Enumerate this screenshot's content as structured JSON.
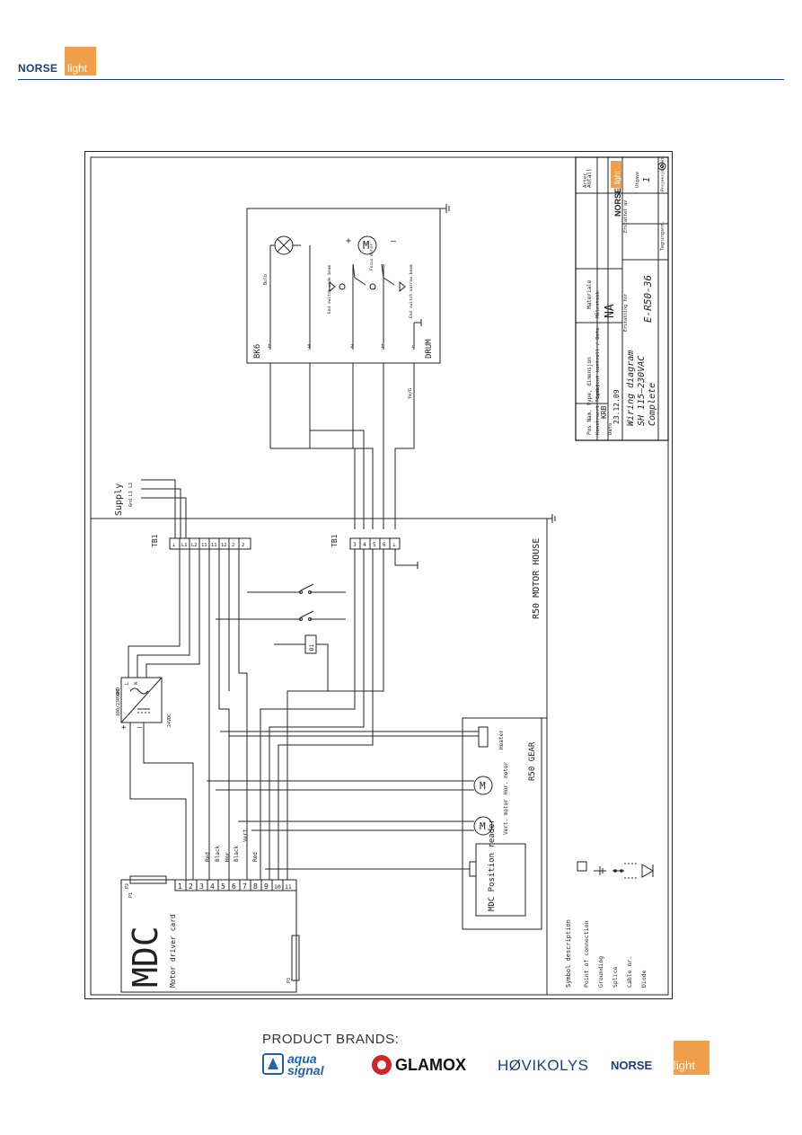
{
  "header": {
    "logo_norse": "NORSE",
    "logo_light": "light"
  },
  "diagram": {
    "labels": {
      "supply": "Supply",
      "supply_terms": "Gnd  L1  L2",
      "tb1_top": "TB1",
      "tb1_mid": "TB1",
      "motor_house": "R50 MOTOR HOUSE",
      "r50_gear": "R50 GEAR",
      "bk6": "BK6",
      "drum": "DRUM",
      "bulb": "Bulb",
      "end_switch_wide": "End switch wide beam",
      "end_switch_narrow": "End switch narrow beam",
      "focus_motor": "Focus motor",
      "mdc": "MDC",
      "motor_driver_card": "Motor driver card",
      "p1": "P1",
      "p2": "P2",
      "p3": "P3",
      "psu_in": "100/230VAC",
      "psu_out": "24VDC",
      "psu_gnd": "GND",
      "psu_l": "L",
      "psu_n": "N",
      "heater": "Heater",
      "hor_motor": "Hor. motor",
      "vert_motor": "Vert. motor",
      "position_reader": "MDC Position reader",
      "d1": "D1",
      "wire_red1": "Red",
      "wire_black1": "Black",
      "wire_hor": "Hor",
      "wire_black2": "Black",
      "wire_vert": "Vert",
      "wire_red2": "Red",
      "wire_yelg": "Ye/G",
      "m_symbol": "M",
      "plus": "+",
      "minus": "–"
    },
    "tb1_top_terms": [
      "⊥",
      "L1",
      "L2",
      "11",
      "11",
      "12",
      "2",
      "2"
    ],
    "tb1_mid_terms": [
      "3",
      "4",
      "5",
      "6",
      "⊥"
    ],
    "p1_pins": [
      "1",
      "2",
      "3",
      "4",
      "5",
      "6",
      "7",
      "8",
      "9",
      "10",
      "11"
    ],
    "drum_terms": [
      "1",
      "3",
      "2",
      "1",
      "⊥"
    ],
    "symbols": {
      "title": "Symbol description",
      "items": [
        "Point of connection",
        "Grounding",
        "Splice",
        "Cable nr.",
        "Diode"
      ]
    },
    "title_block": {
      "header_cols": "Pos  Nam. type, dimensjon",
      "materiale": "Materiale",
      "antall": "Antall",
      "konstruert": "Konstruert Tegnet",
      "konstruert_val": "KRB",
      "godkjent": "Godkjent kontroll / Dato",
      "dato": "Dato",
      "dato_val": "23.12.09",
      "malestokk": "Målestokk",
      "malestokk_val": "NA",
      "title1": "Wiring diagram",
      "title2": "SH 115–230VAC",
      "title3": "Complete",
      "erstatning_for": "Erstatning for",
      "erstattet_av": "Erstattet av",
      "drawing_no": "E-R50-36",
      "utgave": "Utgave",
      "utgave_val": "1",
      "tegnnr": "Tegningsnr.",
      "projeksjon": "Projeksjonsmet.",
      "logo_norse": "NORSE",
      "logo_light": "light",
      "arter": "Arter"
    }
  },
  "footer": {
    "title": "PRODUCT BRANDS:",
    "aqua1": "aqua",
    "aqua2": "signal",
    "glamox": "GLAMOX",
    "hovik": "HØVIKOLYS",
    "norse": "NORSE",
    "norse_light": "light"
  }
}
